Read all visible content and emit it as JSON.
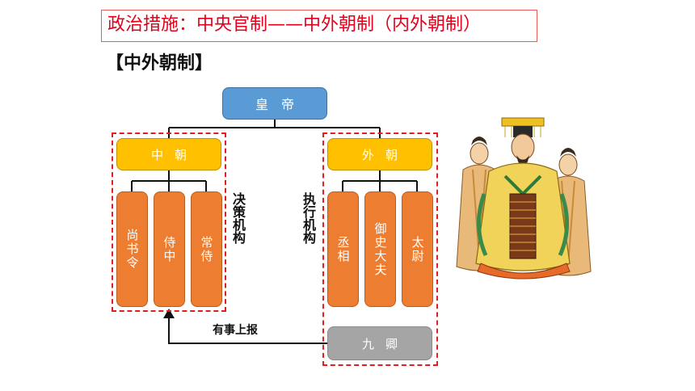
{
  "header": {
    "title": "政治措施：中央官制——中外朝制（内外朝制）",
    "section_title": "【中外朝制】"
  },
  "diagram": {
    "emperor": "皇帝",
    "inner_court": "中朝",
    "outer_court": "外朝",
    "inner_offices": [
      "尚书令",
      "侍中",
      "常侍"
    ],
    "outer_offices": [
      "丞相",
      "御史大夫",
      "太尉"
    ],
    "nine_ministers": "九卿",
    "inner_role": "决策机构",
    "outer_role": "执行机构",
    "report_label": "有事上报"
  },
  "colors": {
    "title_red": "#e3001b",
    "emperor_blue": "#5b9bd5",
    "court_yellow": "#ffc000",
    "office_orange": "#ed7d31",
    "minister_gray": "#a5a5a5",
    "dash_red": "#e02020"
  },
  "illustration": "emperor-with-attendants"
}
